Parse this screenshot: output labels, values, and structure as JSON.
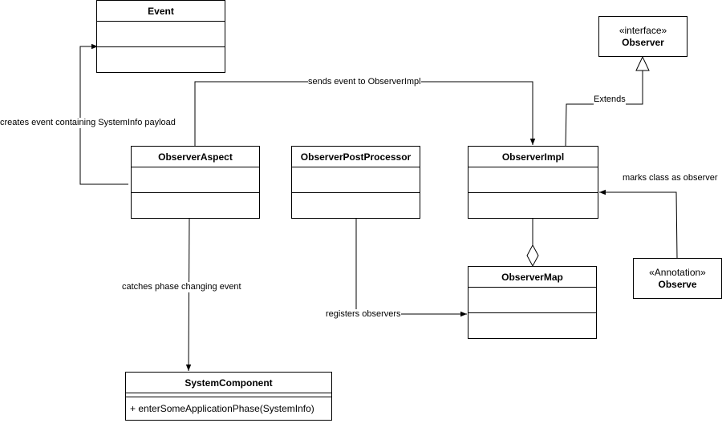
{
  "classes": {
    "event": {
      "name": "Event"
    },
    "observer_aspect": {
      "name": "ObserverAspect"
    },
    "observer_post_processor": {
      "name": "ObserverPostProcessor"
    },
    "observer_impl": {
      "name": "ObserverImpl"
    },
    "observer_map": {
      "name": "ObserverMap"
    },
    "system_component": {
      "name": "SystemComponent",
      "method": "+ enterSomeApplicationPhase(SystemInfo)"
    },
    "observer_interface": {
      "stereotype": "«interface»",
      "name": "Observer"
    },
    "observe_annotation": {
      "stereotype": "«Annotation»",
      "name": "Observe"
    }
  },
  "edges": {
    "creates_event": "creates event containing SystemInfo payload",
    "sends_event": "sends event to ObserverImpl",
    "extends": "Extends",
    "marks_class": "marks class as observer",
    "catches_phase": "catches phase changing event",
    "registers_observers": "registers observers"
  }
}
